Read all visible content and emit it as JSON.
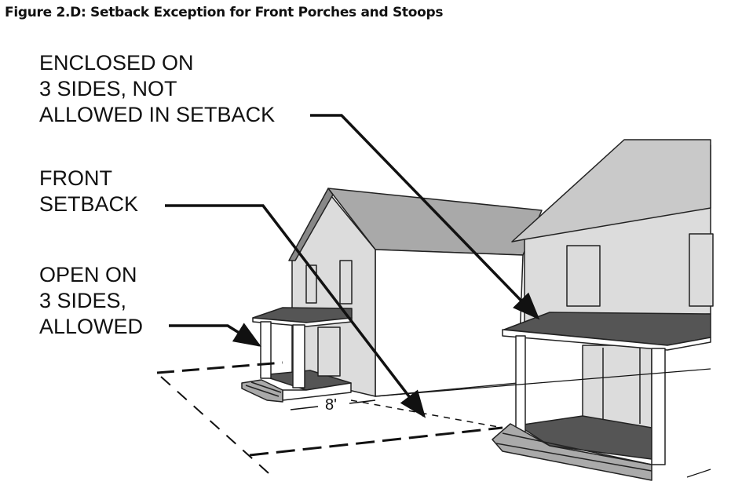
{
  "title": "Figure 2.D: Setback Exception for Front Porches and Stoops",
  "labels": {
    "enclosed": [
      "ENCLOSED ON",
      "3 SIDES, NOT",
      "ALLOWED IN SETBACK"
    ],
    "setback": [
      "FRONT",
      "SETBACK"
    ],
    "open": [
      "OPEN ON",
      "3 SIDES,",
      "ALLOWED"
    ]
  },
  "dimension": "8'"
}
